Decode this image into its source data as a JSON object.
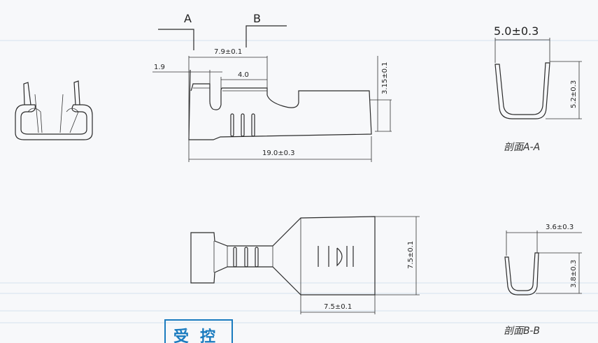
{
  "drawing": {
    "side_view": {
      "section_a": "A",
      "section_b": "B",
      "dim_7_9": "7.9±0.1",
      "dim_1_9": "1.9",
      "dim_4_0": "4.0",
      "dim_3_15": "3.15±0.1",
      "dim_19_0": "19.0±0.3"
    },
    "section_aa": {
      "dim_width": "5.0±0.3",
      "dim_height": "5.2±0.3",
      "label": "剖面A-A"
    },
    "top_view": {
      "dim_height": "7.5±0.1",
      "dim_width": "7.5±0.1"
    },
    "section_bb": {
      "dim_width": "3.6±0.3",
      "dim_height": "3.8±0.3",
      "label": "剖面B-B"
    },
    "stamp_text": "受控",
    "colors": {
      "line": "#2b2b2b",
      "stamp": "#1a7bbf"
    }
  }
}
